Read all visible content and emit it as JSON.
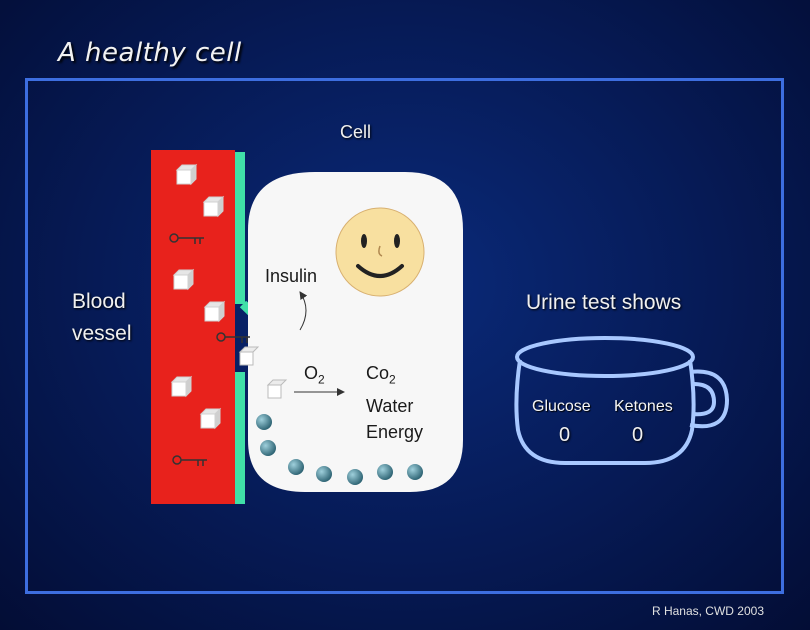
{
  "title": "A healthy cell",
  "labels": {
    "cell": "Cell",
    "blood_vessel_line1": "Blood",
    "blood_vessel_line2": "vessel",
    "insulin": "Insulin",
    "o2_base": "O",
    "o2_sub": "2",
    "co2_base": "Co",
    "co2_sub": "2",
    "water": "Water",
    "energy": "Energy",
    "urine_test": "Urine test shows"
  },
  "urine_test": {
    "glucose_label": "Glucose",
    "ketones_label": "Ketones",
    "glucose_value": "0",
    "ketones_value": "0"
  },
  "credit": "R Hanas, CWD 2003",
  "colors": {
    "blood": "#e8221c",
    "receptor": "#40e0a8",
    "cell_fill": "#f7f7f7",
    "smiley": "#f8e0a0",
    "glucose_dot": "#3a7a88",
    "pot_outline": "#a8c8ff",
    "panel_border": "#3d6ee0"
  }
}
